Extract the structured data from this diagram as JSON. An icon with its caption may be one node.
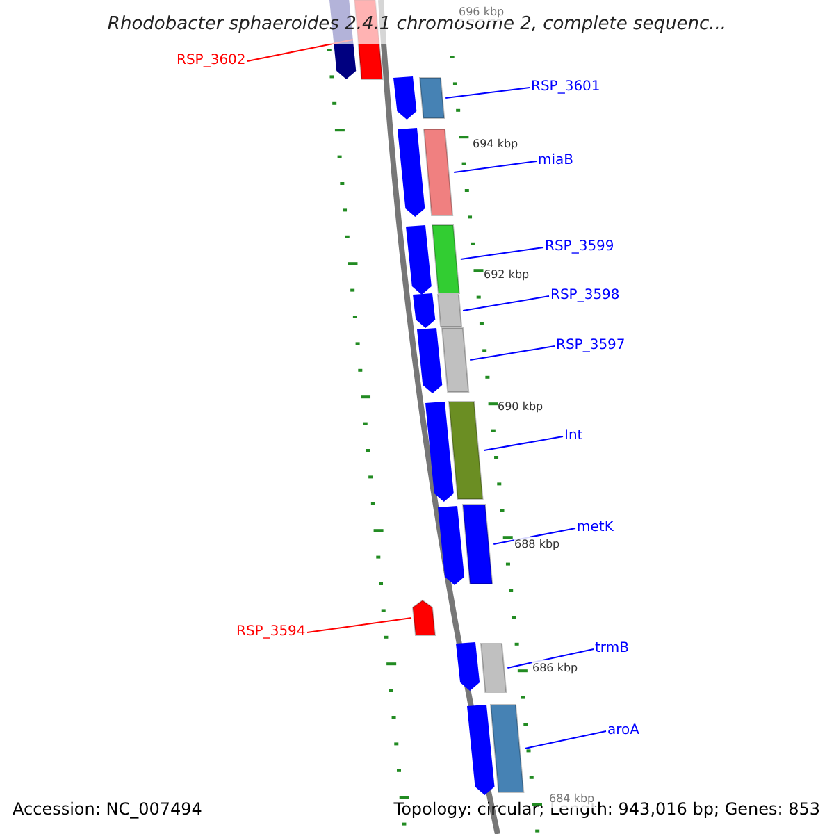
{
  "diagram": {
    "title": "Rhodobacter sphaeroides 2.4.1 chromosome 2, complete sequenc...",
    "nodes": [
      {
        "text": [
          "RSP_3602"
        ]
      },
      {
        "text": [],
        "shape": "bar"
      },
      {
        "text": [
          "RSP_3601"
        ]
      },
      {
        "text": [],
        "shape": "bar"
      },
      {
        "text": [
          "miaB"
        ]
      },
      {
        "text": [],
        "shape": "bar"
      },
      {
        "text": [
          "RSP_3599"
        ]
      },
      {
        "text": [],
        "shape": "bar"
      },
      {
        "text": [
          "RSP_3598"
        ]
      },
      {
        "text": [],
        "shape": "bar"
      },
      {
        "text": [
          "RSP_3597"
        ]
      },
      {
        "text": [],
        "shape": "bar"
      },
      {
        "text": [
          "Int"
        ]
      },
      {
        "text": [],
        "shape": "bar"
      },
      {
        "text": [
          "metK"
        ]
      },
      {
        "text": [],
        "shape": "bar"
      },
      {
        "text": [
          "RSP_3594"
        ]
      },
      {
        "text": [],
        "shape": "bar"
      },
      {
        "text": [
          "trmB"
        ]
      },
      {
        "text": [],
        "shape": "bar"
      },
      {
        "text": [
          "aroA"
        ]
      },
      {
        "text": [],
        "shape": "bar"
      }
    ],
    "edges": [
      {
        "from": 0,
        "to": 1,
        "arrow": "none",
        "color": "#ff0000"
      },
      {
        "from": 2,
        "to": 3,
        "arrow": "none"
      },
      {
        "from": 4,
        "to": 5,
        "arrow": "none"
      },
      {
        "from": 6,
        "to": 7,
        "arrow": "none"
      },
      {
        "from": 8,
        "to": 9,
        "arrow": "none"
      },
      {
        "from": 10,
        "to": 11,
        "arrow": "none"
      },
      {
        "from": 12,
        "to": 13,
        "arrow": "none"
      },
      {
        "from": 14,
        "to": 15,
        "arrow": "none"
      },
      {
        "from": 16,
        "to": 17,
        "arrow": "none",
        "color": "#ff0000"
      },
      {
        "from": 18,
        "to": 19,
        "arrow": "none"
      },
      {
        "from": 20,
        "to": 21,
        "arrow": "none"
      }
    ],
    "labels": [
      "696 kbp",
      "694 kbp",
      "692 kbp",
      "690 kbp",
      "688 kbp",
      "686 kbp",
      "684 kbp",
      "Accession: NC_007494",
      "Topology: circular; Length: 943,016 bp; Genes: 853"
    ]
  }
}
